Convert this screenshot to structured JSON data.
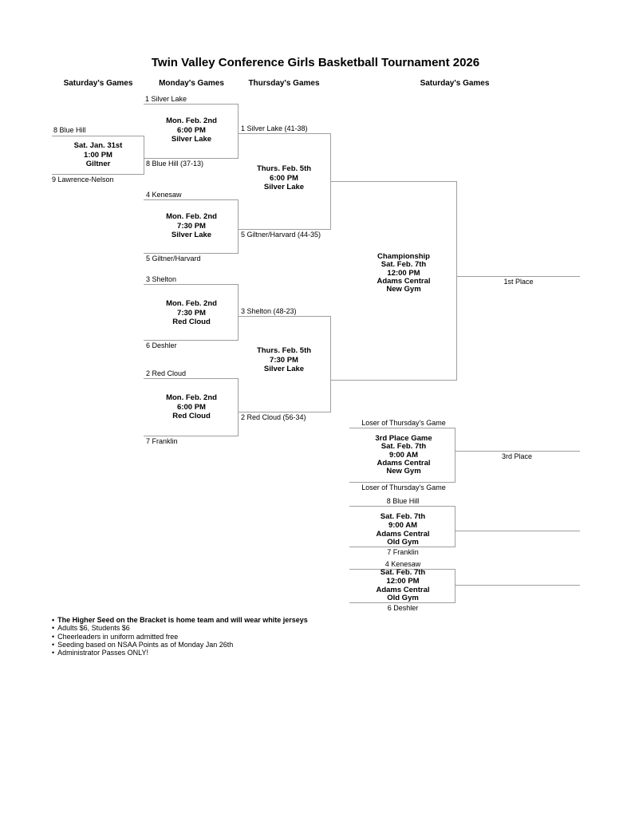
{
  "title": "Twin Valley Conference Girls Basketball Tournament 2026",
  "columns": {
    "col1": "Saturday's Games",
    "col2": "Monday's Games",
    "col3": "Thursday's Games",
    "col4": "Saturday's Games"
  },
  "playin": {
    "top_team": "8 Blue Hill",
    "bottom_team": "9 Lawrence-Nelson",
    "info": [
      "Sat. Jan. 31st",
      "1:00 PM",
      "Giltner"
    ]
  },
  "monday": [
    {
      "top": "1 Silver Lake",
      "bottom": "8 Blue Hill (37-13)",
      "info": [
        "Mon. Feb. 2nd",
        "6:00 PM",
        "Silver Lake"
      ]
    },
    {
      "top": "4 Kenesaw",
      "bottom": "5 Giltner/Harvard",
      "info": [
        "Mon. Feb. 2nd",
        "7:30 PM",
        "Silver Lake"
      ]
    },
    {
      "top": "3 Shelton",
      "bottom": "6 Deshler",
      "info": [
        "Mon. Feb. 2nd",
        "7:30 PM",
        "Red Cloud"
      ]
    },
    {
      "top": "2 Red Cloud",
      "bottom": "7 Franklin",
      "info": [
        "Mon. Feb. 2nd",
        "6:00 PM",
        "Red Cloud"
      ]
    }
  ],
  "semifinals": [
    {
      "top": "1 Silver Lake (41-38)",
      "bottom": "5 Giltner/Harvard (44-35)",
      "info": [
        "Thurs. Feb. 5th",
        "6:00 PM",
        "Silver Lake"
      ]
    },
    {
      "top": "3 Shelton (48-23)",
      "bottom": "2 Red Cloud (56-34)",
      "info": [
        "Thurs. Feb. 5th",
        "7:30 PM",
        "Silver Lake"
      ]
    }
  ],
  "championship": {
    "info": [
      "Championship",
      "Sat. Feb. 7th",
      "12:00 PM",
      "Adams Central",
      "New Gym"
    ],
    "result_label": "1st Place"
  },
  "third_place": {
    "top": "Loser of Thursday's Game",
    "bottom": "Loser of Thursday's Game",
    "info": [
      "3rd Place Game",
      "Sat. Feb. 7th",
      "9:00 AM",
      "Adams Central",
      "New Gym"
    ],
    "result_label": "3rd Place"
  },
  "consolation": [
    {
      "top": "8 Blue Hill",
      "bottom": "7 Franklin",
      "info": [
        "Sat. Feb. 7th",
        "9:00 AM",
        "Adams Central",
        "Old Gym"
      ]
    },
    {
      "top": "4 Kenesaw",
      "bottom": "6 Deshler",
      "info": [
        "Sat. Feb. 7th",
        "12:00 PM",
        "Adams Central",
        "Old Gym"
      ]
    }
  ],
  "notes": {
    "bullet": "•",
    "items": [
      "The Higher Seed on the Bracket is home team and will wear white jerseys",
      "Adults $6, Students $6",
      "Cheerleaders in uniform admitted free",
      "Seeding based on NSAA Points as of Monday Jan 26th",
      "Administrator Passes ONLY!"
    ]
  },
  "colors": {
    "line": "#9e9e9e",
    "text": "#000000",
    "background": "#ffffff"
  }
}
